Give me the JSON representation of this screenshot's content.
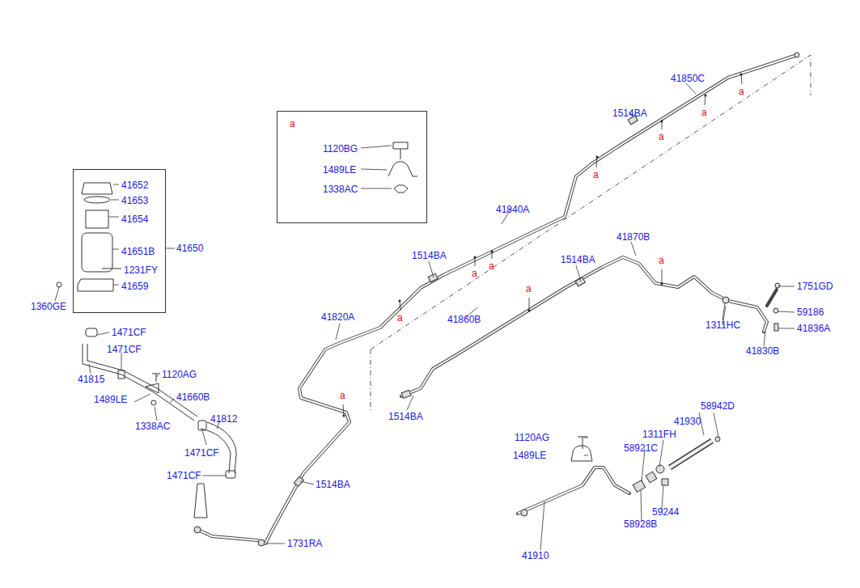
{
  "diagram": {
    "nodes": [
      {
        "text": [
          "a",
          "1120BG",
          "1489LE",
          "1338AC"
        ]
      },
      {
        "text": [
          "41652",
          "41653",
          "41654",
          "41651B",
          "1231FY",
          "41659"
        ]
      }
    ],
    "edges": [],
    "labels": [
      "41850C",
      "1514BA",
      "41840A",
      "1514BA",
      "41870B",
      "1514BA",
      "1751GD",
      "59186",
      "41836A",
      "1311HC",
      "41830B",
      "41860B",
      "1514BA",
      "41820A",
      "1514BA",
      "1731RA",
      "1360GE",
      "41650",
      "1471CF",
      "1471CF",
      "41815",
      "1120AG",
      "1489LE",
      "41660B",
      "1338AC",
      "41812",
      "1471CF",
      "1471CF",
      "1120AG",
      "1489LE",
      "1311FH",
      "58921C",
      "41930",
      "58942D",
      "59244",
      "58928B",
      "41910",
      "a",
      "a",
      "a",
      "a",
      "a",
      "a",
      "a",
      "a",
      "a",
      "a"
    ]
  }
}
